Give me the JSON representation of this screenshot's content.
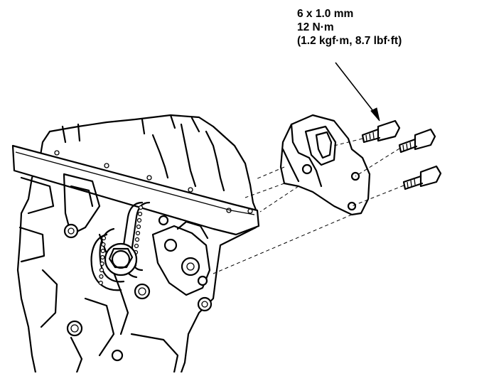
{
  "callout": {
    "bolt_size": "6 x 1.0 mm",
    "torque_nm": "12 N·m",
    "torque_alt": "(1.2 kgf·m, 8.7 lbf·ft)"
  },
  "parts": {
    "engine_block": "engine-block",
    "timing_chain": "cam-chain",
    "tensioner": "chain-tensioner",
    "bolts": 3
  }
}
